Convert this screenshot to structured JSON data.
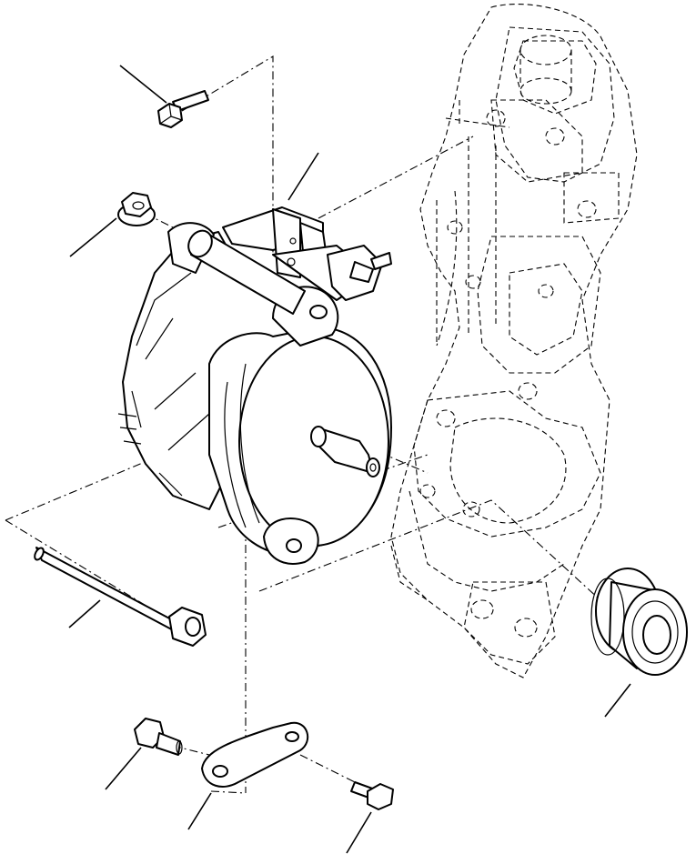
{
  "diagram": {
    "parts": [
      {
        "name": "upper-bolt"
      },
      {
        "name": "bracket"
      },
      {
        "name": "flange-nut"
      },
      {
        "name": "alternator"
      },
      {
        "name": "engine-front-cover"
      },
      {
        "name": "long-through-bolt"
      },
      {
        "name": "idler-pulley"
      },
      {
        "name": "adjusting-bolt"
      },
      {
        "name": "adjusting-link"
      },
      {
        "name": "lower-bolt"
      }
    ],
    "callout_count": 10
  }
}
